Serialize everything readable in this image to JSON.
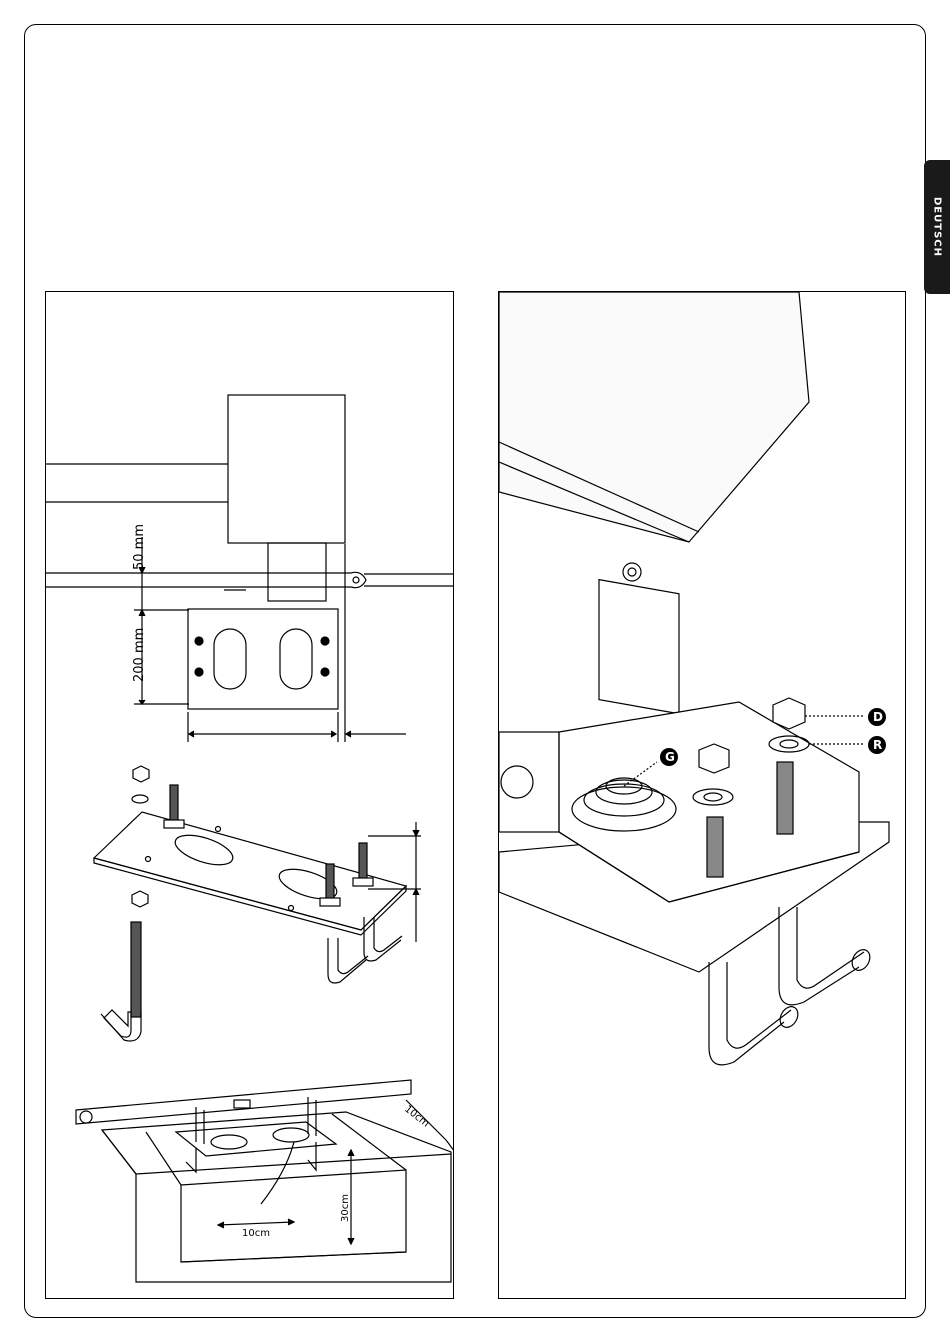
{
  "language_tab": "DEUTSCH",
  "figure_left": {
    "dimension_top": "50 mm",
    "dimension_side": "200 mm",
    "depth_bottom": "10cm",
    "depth_side": "10cm",
    "depth_height": "30cm"
  },
  "figure_right": {
    "label_d": "D",
    "label_r": "R",
    "label_g": "G"
  }
}
